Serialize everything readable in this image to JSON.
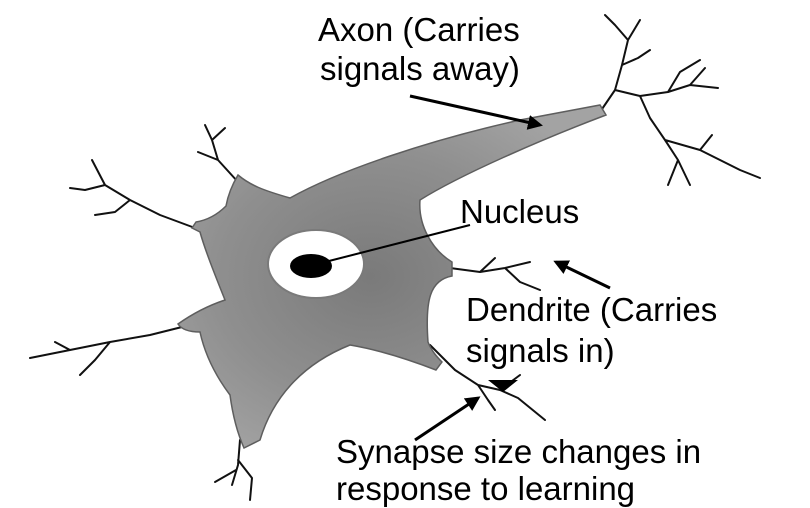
{
  "labels": {
    "axon_line1": "Axon (Carries",
    "axon_line2": "signals away)",
    "nucleus": "Nucleus",
    "dendrite_line1": "Dendrite  (Carries",
    "dendrite_line2": "signals in)",
    "synapse_line1": "Synapse size changes in",
    "synapse_line2": "response to learning"
  },
  "colors": {
    "cell_body": "#8f8f8f",
    "cell_edge": "#5e5e5e",
    "nucleus_ring": "#ffffff",
    "nucleus_core": "#000000",
    "text": "#000000",
    "background": "#ffffff"
  }
}
